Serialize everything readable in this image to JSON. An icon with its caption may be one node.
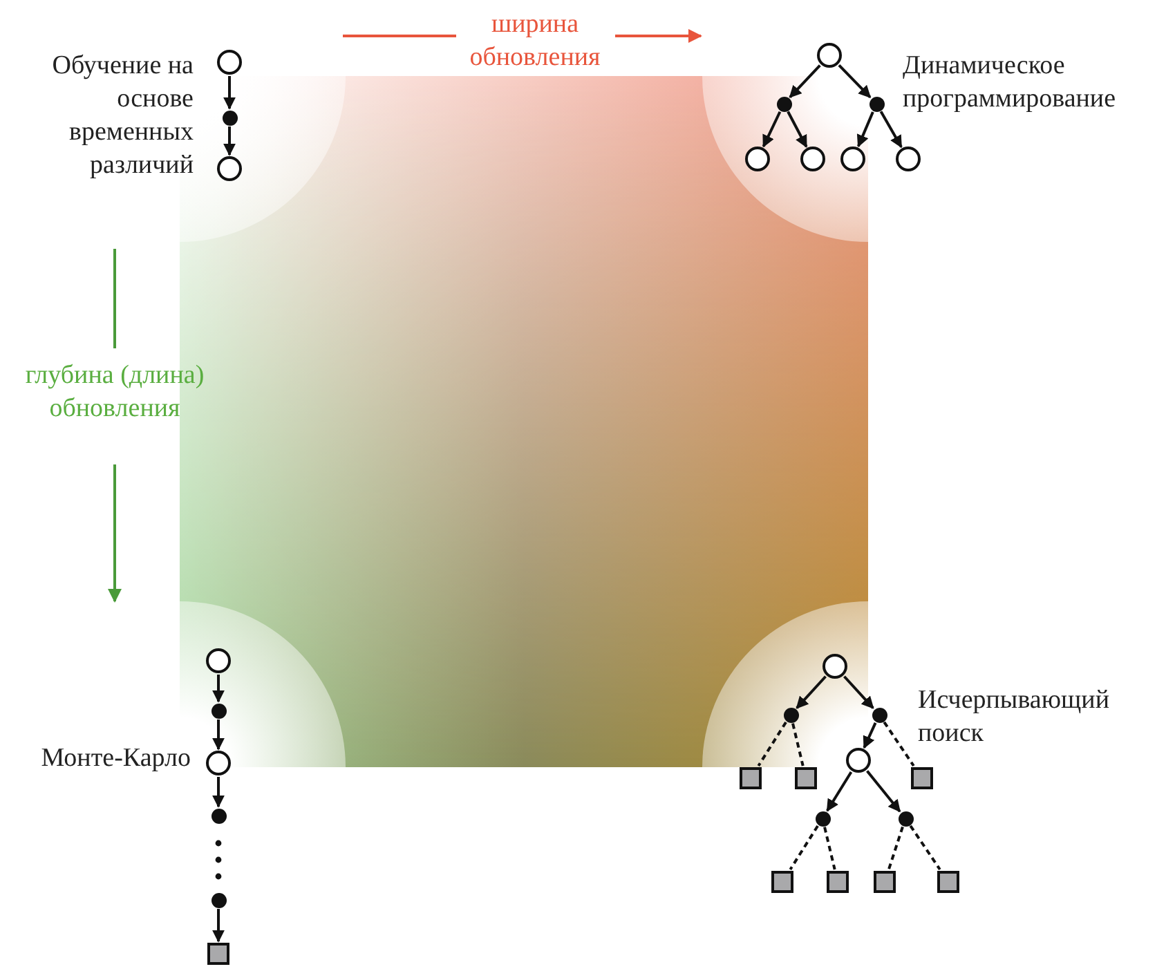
{
  "diagram": {
    "nodes": [
      {
        "text": [],
        "shape": "circle"
      },
      {
        "text": [],
        "shape": "dot"
      },
      {
        "text": [],
        "shape": "circle"
      },
      {
        "text": [],
        "shape": "circle"
      },
      {
        "text": [],
        "shape": "dot"
      },
      {
        "text": [],
        "shape": "dot"
      },
      {
        "text": [],
        "shape": "circle"
      },
      {
        "text": [],
        "shape": "circle"
      },
      {
        "text": [],
        "shape": "circle"
      },
      {
        "text": [],
        "shape": "circle"
      },
      {
        "text": [],
        "shape": "circle"
      },
      {
        "text": [],
        "shape": "dot"
      },
      {
        "text": [],
        "shape": "circle"
      },
      {
        "text": [],
        "shape": "dot"
      },
      {
        "text": [],
        "shape": "dot"
      },
      {
        "text": [],
        "shape": "square"
      },
      {
        "text": [],
        "shape": "circle"
      },
      {
        "text": [],
        "shape": "dot"
      },
      {
        "text": [],
        "shape": "dot"
      },
      {
        "text": [],
        "shape": "square"
      },
      {
        "text": [],
        "shape": "square"
      },
      {
        "text": [],
        "shape": "circle"
      },
      {
        "text": [],
        "shape": "square"
      },
      {
        "text": [],
        "shape": "dot"
      },
      {
        "text": [],
        "shape": "dot"
      },
      {
        "text": [],
        "shape": "square"
      },
      {
        "text": [],
        "shape": "square"
      },
      {
        "text": [],
        "shape": "square"
      },
      {
        "text": [],
        "shape": "square"
      }
    ],
    "edges": [
      {
        "from": 0,
        "to": 1,
        "arrow": "to"
      },
      {
        "from": 1,
        "to": 2,
        "arrow": "to"
      },
      {
        "from": 3,
        "to": 4,
        "arrow": "to"
      },
      {
        "from": 3,
        "to": 5,
        "arrow": "to"
      },
      {
        "from": 4,
        "to": 6,
        "arrow": "to"
      },
      {
        "from": 4,
        "to": 7,
        "arrow": "to"
      },
      {
        "from": 5,
        "to": 8,
        "arrow": "to"
      },
      {
        "from": 5,
        "to": 9,
        "arrow": "to"
      },
      {
        "from": 10,
        "to": 11,
        "arrow": "to"
      },
      {
        "from": 11,
        "to": 12,
        "arrow": "to"
      },
      {
        "from": 12,
        "to": 13,
        "arrow": "to"
      },
      {
        "from": 14,
        "to": 15,
        "arrow": "to"
      },
      {
        "from": 16,
        "to": 17,
        "arrow": "to"
      },
      {
        "from": 16,
        "to": 18,
        "arrow": "to"
      },
      {
        "from": 17,
        "to": 19,
        "arrow": "none",
        "style": "dashed"
      },
      {
        "from": 17,
        "to": 20,
        "arrow": "none",
        "style": "dashed"
      },
      {
        "from": 18,
        "to": 21,
        "arrow": "to"
      },
      {
        "from": 18,
        "to": 22,
        "arrow": "none",
        "style": "dashed"
      },
      {
        "from": 21,
        "to": 23,
        "arrow": "to"
      },
      {
        "from": 21,
        "to": 24,
        "arrow": "to"
      },
      {
        "from": 23,
        "to": 25,
        "arrow": "none",
        "style": "dashed"
      },
      {
        "from": 23,
        "to": 26,
        "arrow": "none",
        "style": "dashed"
      },
      {
        "from": 24,
        "to": 27,
        "arrow": "none",
        "style": "dashed"
      },
      {
        "from": 24,
        "to": 28,
        "arrow": "none",
        "style": "dashed"
      }
    ],
    "labels": [
      "ширина обновления",
      "Обучение на основе временных различий",
      "Динамическое программирование",
      "глубина (длина) обновления",
      "Монте-Карло",
      "Исчерпывающий поиск"
    ]
  }
}
